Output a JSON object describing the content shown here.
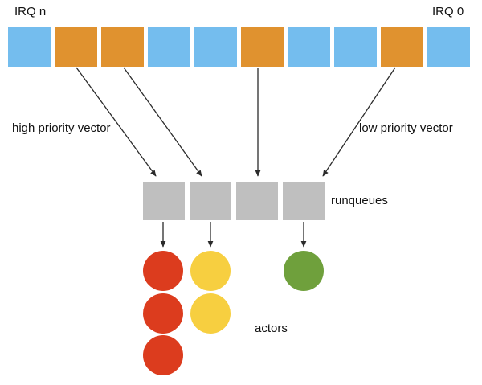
{
  "diagram": {
    "title_labels": {
      "irq_high": "IRQ n",
      "irq_low": "IRQ 0",
      "high_priority_vector": "high priority vector",
      "low_priority_vector": "low priority vector",
      "runqueues": "runqueues",
      "actors": "actors"
    },
    "colors": {
      "blue": "#74bdee",
      "orange": "#e0922f",
      "gray": "#bfbfbf",
      "red": "#dc3c1e",
      "yellow": "#f7cf40",
      "green": "#6fa03c",
      "arrow": "#2b2b2b",
      "text": "#111111",
      "background": "#ffffff"
    },
    "irq_vector": {
      "count": 10,
      "cells": [
        {
          "index": 0,
          "state": "idle",
          "color_key": "blue"
        },
        {
          "index": 1,
          "state": "pending",
          "color_key": "orange"
        },
        {
          "index": 2,
          "state": "pending",
          "color_key": "orange"
        },
        {
          "index": 3,
          "state": "idle",
          "color_key": "blue"
        },
        {
          "index": 4,
          "state": "idle",
          "color_key": "blue"
        },
        {
          "index": 5,
          "state": "pending",
          "color_key": "orange"
        },
        {
          "index": 6,
          "state": "idle",
          "color_key": "blue"
        },
        {
          "index": 7,
          "state": "idle",
          "color_key": "blue"
        },
        {
          "index": 8,
          "state": "pending",
          "color_key": "orange"
        },
        {
          "index": 9,
          "state": "idle",
          "color_key": "blue"
        }
      ]
    },
    "runqueues": {
      "count": 4,
      "cells": [
        {
          "index": 0
        },
        {
          "index": 1
        },
        {
          "index": 2
        },
        {
          "index": 3
        }
      ]
    },
    "actor_circles": [
      {
        "queue": 0,
        "row": 0,
        "color_key": "red"
      },
      {
        "queue": 0,
        "row": 1,
        "color_key": "red"
      },
      {
        "queue": 0,
        "row": 2,
        "color_key": "red"
      },
      {
        "queue": 1,
        "row": 0,
        "color_key": "yellow"
      },
      {
        "queue": 1,
        "row": 1,
        "color_key": "yellow"
      },
      {
        "queue": 3,
        "row": 0,
        "color_key": "green"
      }
    ],
    "arrows": [
      {
        "from": "irq-cell-1",
        "to": "runqueue-0"
      },
      {
        "from": "irq-cell-2",
        "to": "runqueue-1"
      },
      {
        "from": "irq-cell-5",
        "to": "runqueue-2"
      },
      {
        "from": "irq-cell-8",
        "to": "runqueue-3"
      },
      {
        "from": "runqueue-0",
        "to": "actor-red-0"
      },
      {
        "from": "runqueue-1",
        "to": "actor-yellow-0"
      },
      {
        "from": "runqueue-3",
        "to": "actor-green-0"
      }
    ]
  }
}
